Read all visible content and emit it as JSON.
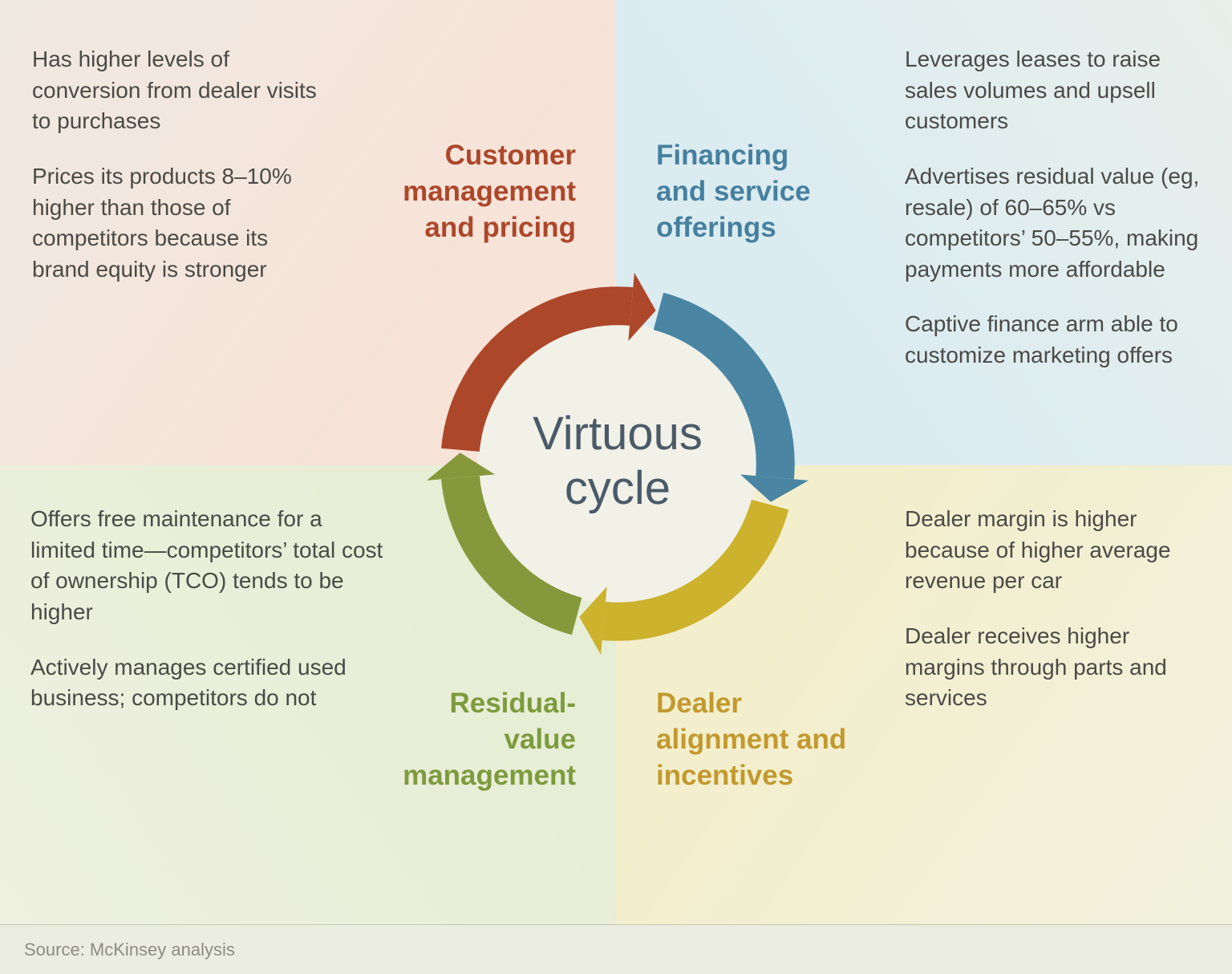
{
  "colors": {
    "red": "#ad472a",
    "blue": "#47809f",
    "green": "#7d9b3e",
    "gold": "#c2992e",
    "ring_red": "#ad472a",
    "ring_blue": "#4a85a3",
    "ring_green": "#85993c",
    "ring_yellow": "#ccb22d",
    "center_text": "#4a5a68",
    "body_text": "#4a4a46"
  },
  "center": {
    "line1": "Virtuous",
    "line2": "cycle"
  },
  "quadrants": {
    "customer_management": {
      "title": "Customer management and pricing",
      "title_lines": [
        "Customer",
        "management",
        "and pricing"
      ],
      "bullets": [
        "Has higher levels of conversion from dealer visits to purchases",
        "Prices its products 8–10% higher than those of competitors because its brand equity is stronger"
      ]
    },
    "financing_service": {
      "title": "Financing and service offerings",
      "title_lines": [
        "Financing",
        "and service",
        "offerings"
      ],
      "bullets": [
        "Leverages leases to raise sales volumes and upsell customers",
        "Advertises residual value (eg, resale) of 60–65% vs competitors’ 50–55%, making payments more affordable",
        "Captive finance arm able to customize marketing offers"
      ]
    },
    "residual_value": {
      "title": "Residual-value management",
      "title_lines": [
        "Residual-",
        "value",
        "management"
      ],
      "bullets": [
        "Offers free maintenance for a limited time—competitors’ total cost of ownership (TCO) tends to be higher",
        "Actively manages certified used business; competitors do not"
      ]
    },
    "dealer_alignment": {
      "title": "Dealer alignment and incentives",
      "title_lines": [
        "Dealer",
        "alignment and",
        "incentives"
      ],
      "bullets": [
        "Dealer margin is higher because of higher average revenue per car",
        "Dealer receives higher margins through parts and services"
      ]
    }
  },
  "footer": {
    "source": "Source: McKinsey analysis"
  }
}
